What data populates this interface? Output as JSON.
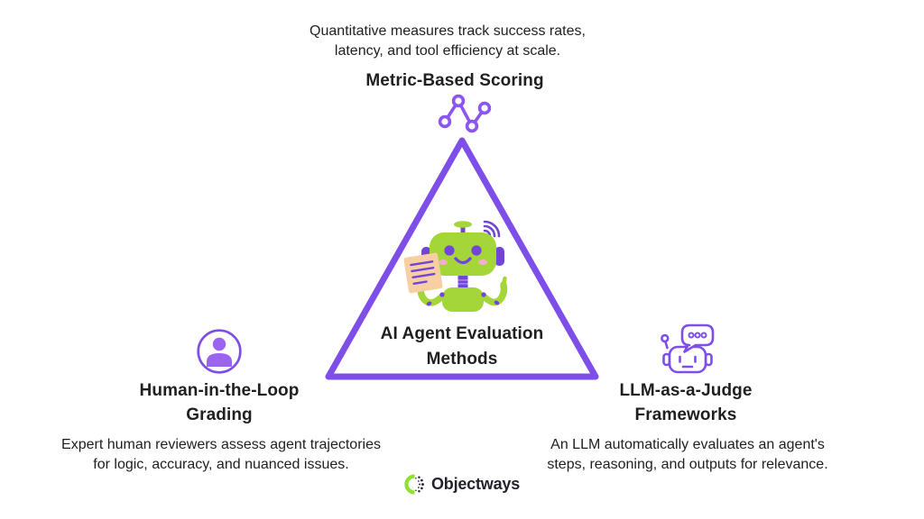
{
  "palette": {
    "bg": "#ffffff",
    "purple": "#7e4fe8",
    "purple_light": "#9a63f0",
    "icon_purple": "#8b55f0",
    "robot_green": "#a4d63a",
    "robot_purple": "#7244d8",
    "paper_peach": "#f8cfa3",
    "cheek_pink": "#f4aecb",
    "text": "#1f1f1f",
    "logo_green": "#8fe030",
    "logo_text": "#23232e"
  },
  "diagram": {
    "top": {
      "icon": "line-chart-icon",
      "desc_line1": "Quantitative measures track success rates,",
      "desc_line2": "latency, and tool efficiency at scale.",
      "title": "Metric-Based Scoring"
    },
    "center": {
      "icon": "ai-robot-mascot",
      "title_line1": "AI Agent Evaluation",
      "title_line2": "Methods"
    },
    "left": {
      "icon": "person-icon",
      "title_line1": "Human-in-the-Loop",
      "title_line2": "Grading",
      "desc_line1": "Expert human reviewers assess agent trajectories",
      "desc_line2": "for logic, accuracy, and nuanced issues."
    },
    "right": {
      "icon": "judge-robot-icon",
      "title_line1": "LLM-as-a-Judge",
      "title_line2": "Frameworks",
      "desc_line1": "An LLM automatically evaluates an agent's",
      "desc_line2": "steps, reasoning, and outputs for relevance."
    }
  },
  "footer": {
    "icon": "objectways-logo-icon",
    "brand": "Objectways"
  }
}
